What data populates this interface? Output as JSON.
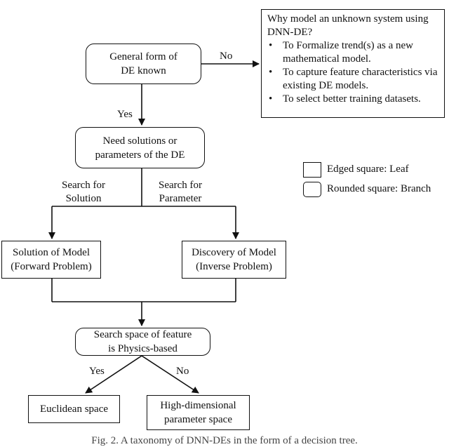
{
  "nodes": {
    "general_form": "General form of\nDE known",
    "need_solutions": "Need solutions or\nparameters of the DE",
    "solution_model": "Solution of Model\n(Forward Problem)",
    "discovery_model": "Discovery of Model\n(Inverse Problem)",
    "search_space": "Search space of feature\nis Physics-based",
    "euclidean": "Euclidean space",
    "high_dim": "High-dimensional\nparameter space"
  },
  "edges": {
    "no_top": "No",
    "yes_top": "Yes",
    "search_solution": "Search for\nSolution",
    "search_parameter": "Search for\nParameter",
    "yes_bottom": "Yes",
    "no_bottom": "No"
  },
  "why_box": {
    "title": "Why model an unknown system using DNN-DE?",
    "items": [
      "To Formalize trend(s) as a new mathematical model.",
      "To capture feature characteristics via existing DE models.",
      "To select better training datasets."
    ]
  },
  "legend": {
    "leaf": "Edged square: Leaf",
    "branch": "Rounded square: Branch"
  },
  "caption": "Fig. 2. A taxonomy of DNN-DEs in the form of a decision tree."
}
